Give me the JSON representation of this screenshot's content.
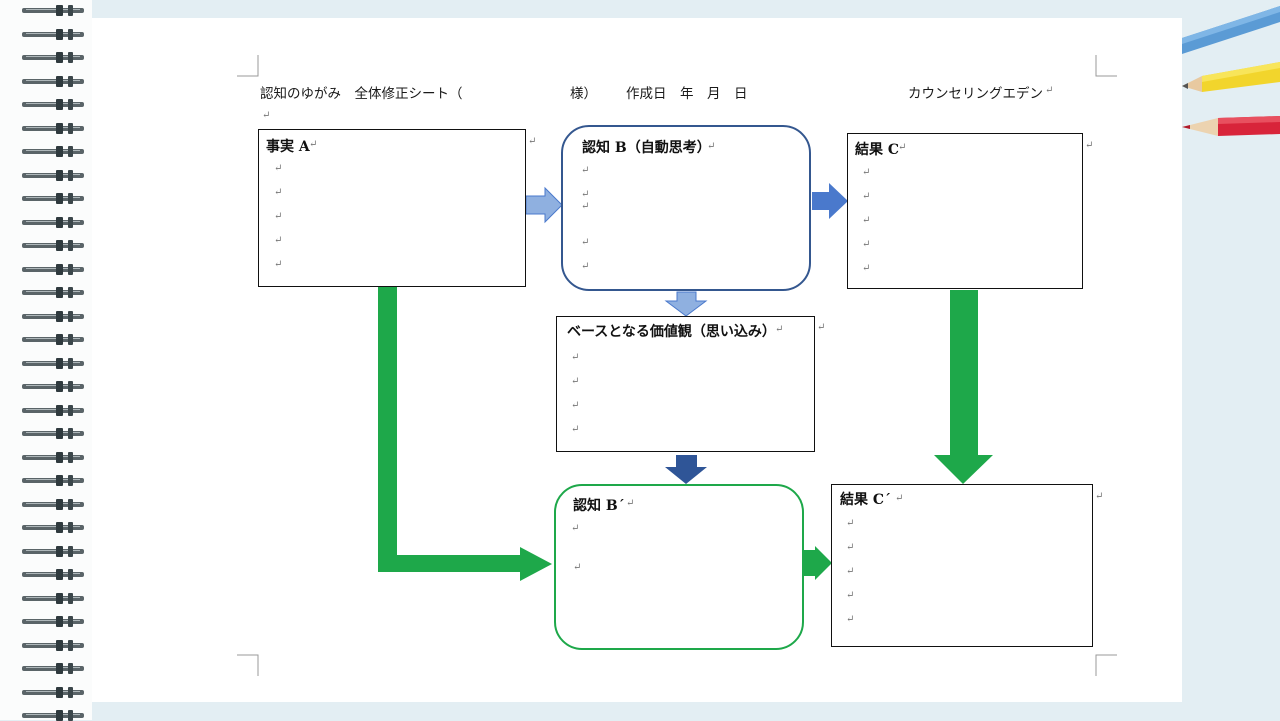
{
  "header": {
    "title": "認知のゆがみ　全体修正シート（",
    "sama": "様）",
    "created": "作成日　年　月　日",
    "org": "カウンセリングエデン"
  },
  "return_mark": "↵",
  "boxes": {
    "fact_a": {
      "title": "事実 A"
    },
    "cognition_b": {
      "title": "認知 B（自動思考）"
    },
    "result_c": {
      "title": "結果 C"
    },
    "values": {
      "title": "ベースとなる価値観（思い込み）"
    },
    "cognition_b2": {
      "title": "認知 B´"
    },
    "result_c2": {
      "title": "結果 C´"
    }
  },
  "colors": {
    "green": "#1ea84a",
    "light_blue": "#8fb0e0",
    "mid_blue": "#4a79cc",
    "dark_blue": "#2f5597"
  }
}
